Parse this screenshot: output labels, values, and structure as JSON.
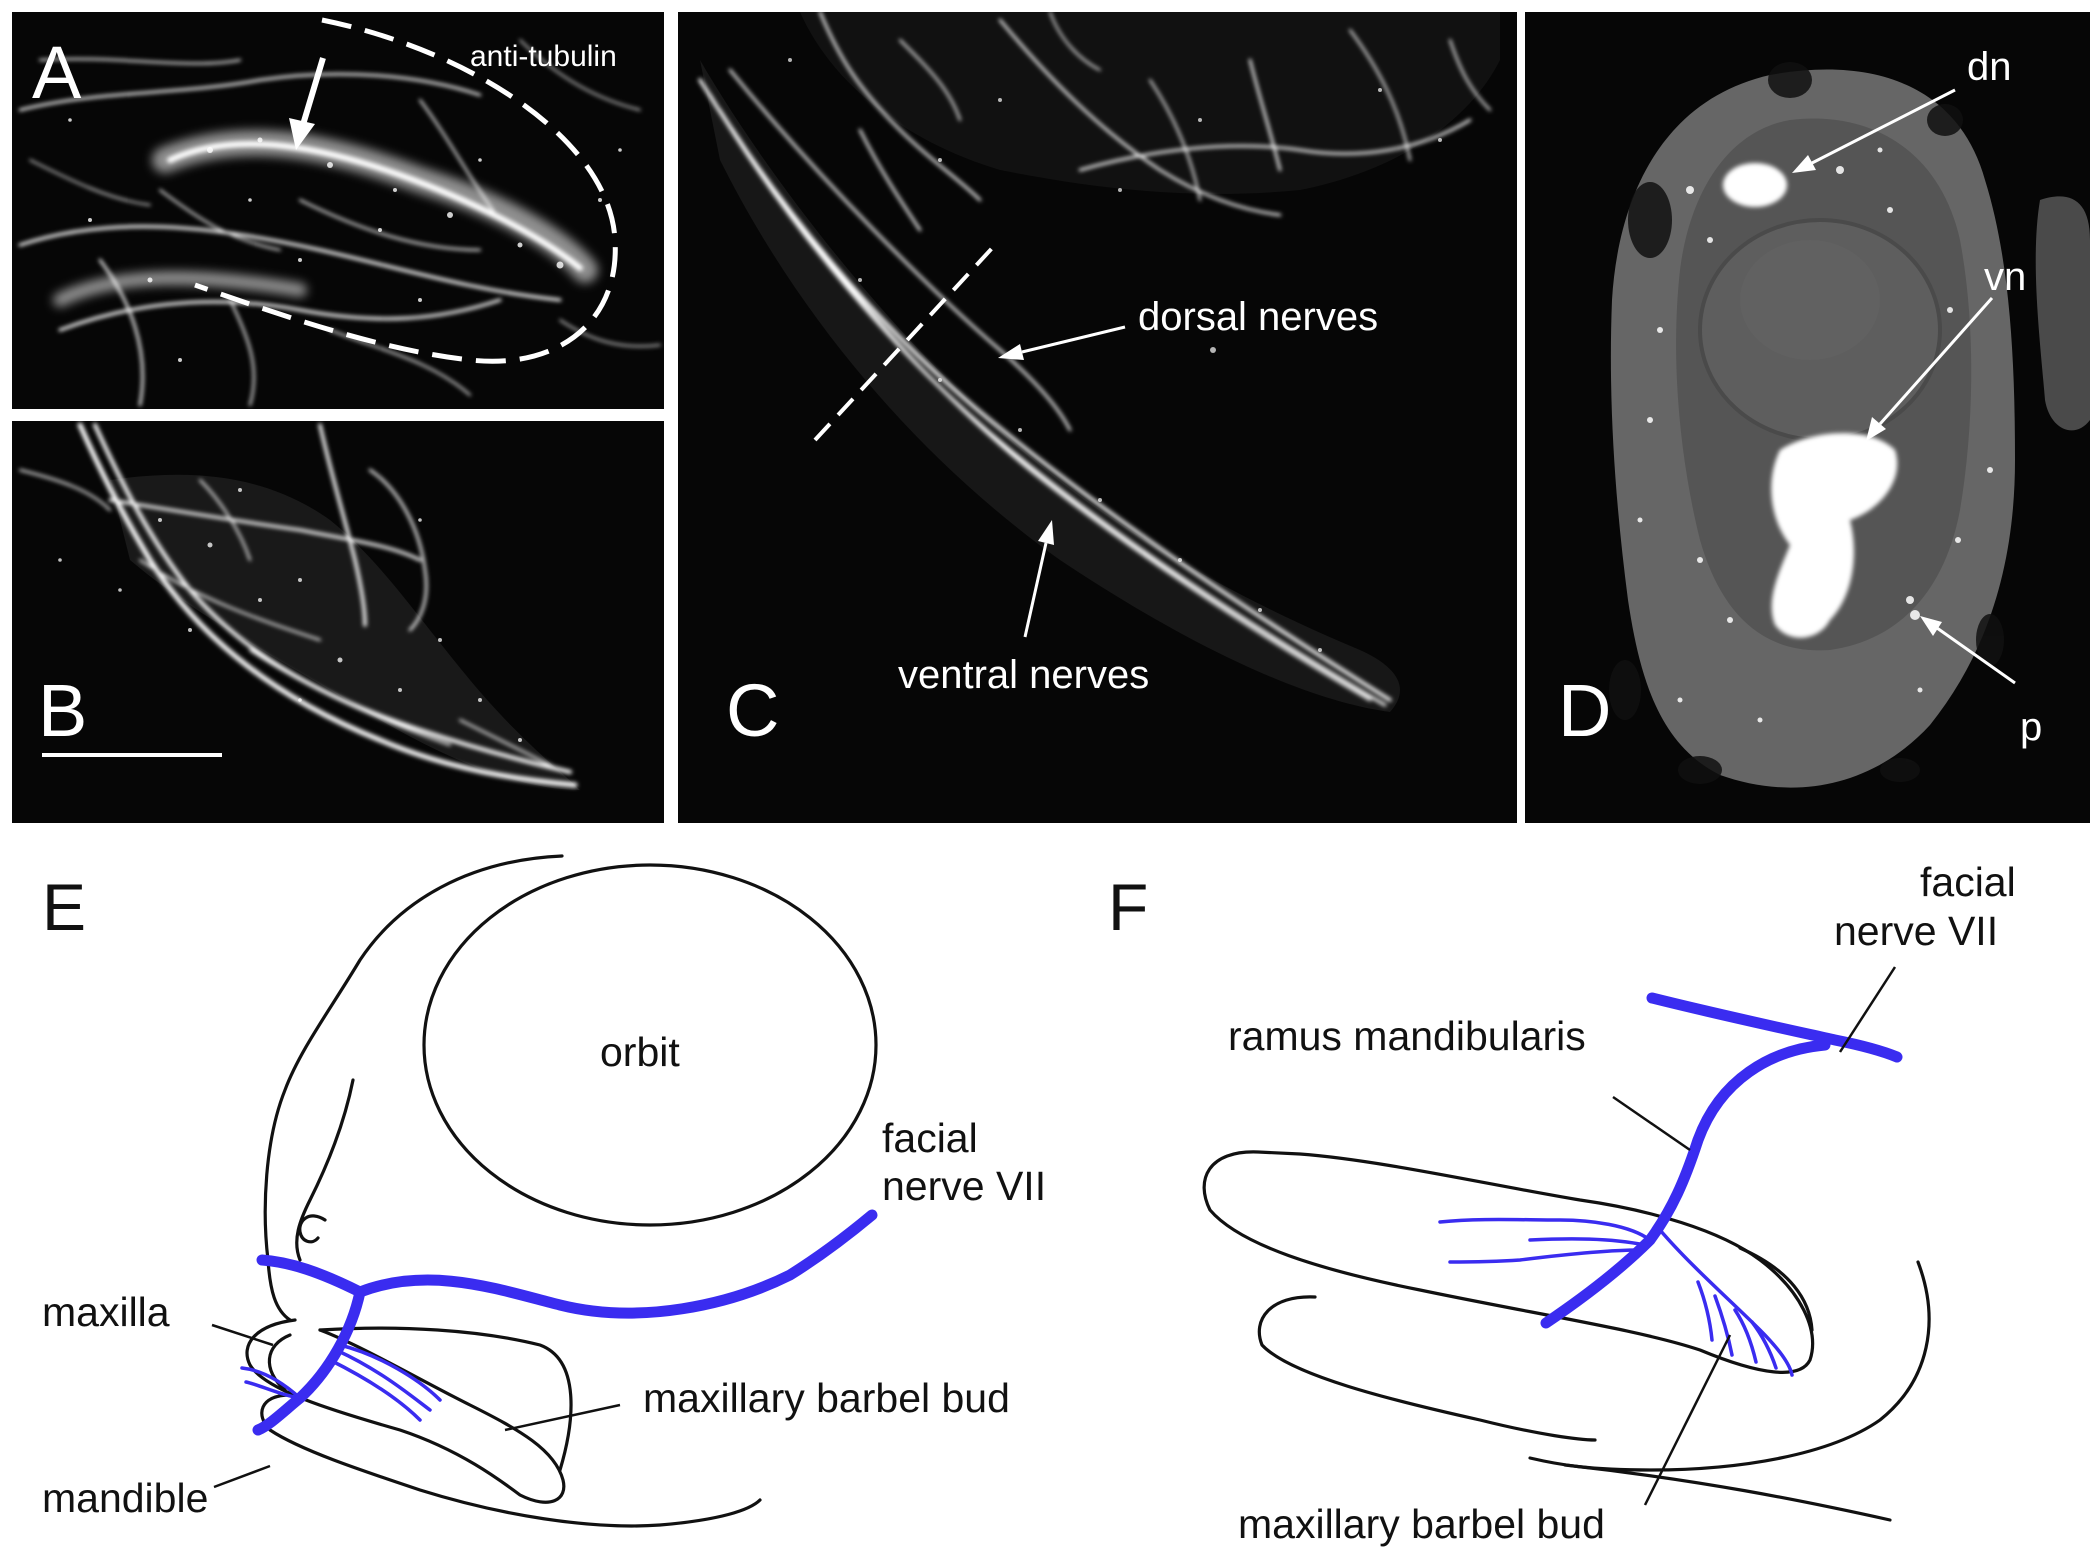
{
  "panels": {
    "A": {
      "letter": "A",
      "stain_label": "anti-tubulin"
    },
    "B": {
      "letter": "B"
    },
    "C": {
      "letter": "C",
      "dorsal_label": "dorsal nerves",
      "ventral_label": "ventral nerves"
    },
    "D": {
      "letter": "D",
      "dn_label": "dn",
      "vn_label": "vn",
      "p_label": "p"
    },
    "E": {
      "letter": "E",
      "orbit": "orbit",
      "facial_line1": "facial",
      "facial_line2": "nerve VII",
      "maxilla": "maxilla",
      "mandible": "mandible",
      "barbel": "maxillary barbel bud"
    },
    "F": {
      "letter": "F",
      "facial_line1": "facial",
      "facial_line2": "nerve VII",
      "ramus": "ramus mandibularis",
      "barbel": "maxillary barbel bud"
    }
  },
  "colors": {
    "background": "#ffffff",
    "micrograph": "#060606",
    "nerve": "#3a2cf0",
    "outline": "#111111",
    "label_on_dark": "#ffffff"
  }
}
